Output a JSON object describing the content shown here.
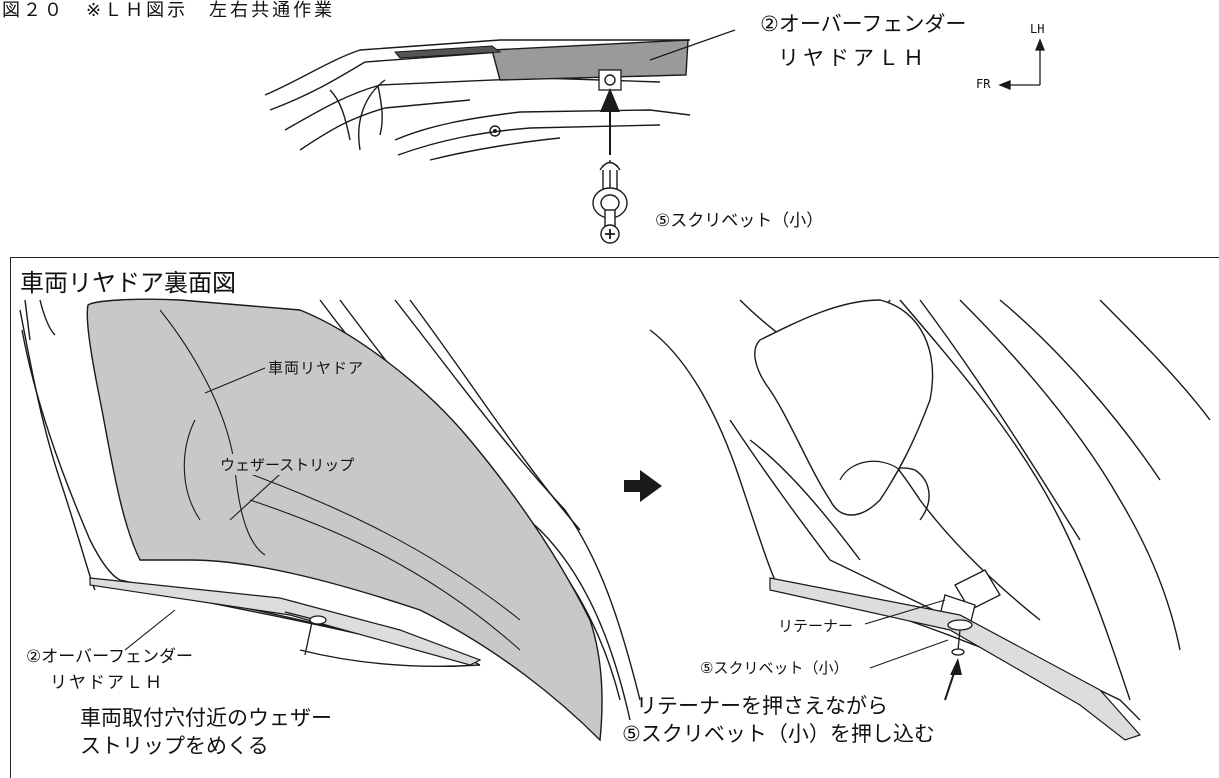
{
  "figure": {
    "title": "図２０　※ＬＨ図示　左右共通作業",
    "direction": {
      "up_label": "LH",
      "left_label": "FR"
    }
  },
  "top_view": {
    "callout_fender": {
      "line1": "②オーバーフェンダー",
      "line2": "リヤドアＬＨ"
    },
    "callout_rivet": "⑤スクリベット（小）"
  },
  "panel": {
    "title": "車両リヤドア裏面図",
    "left": {
      "door_label": "車両リヤドア",
      "strip_label": "ウェザーストリップ",
      "fender_line1": "②オーバーフェンダー",
      "fender_line2": "リヤドアＬＨ",
      "instruction_line1": "車両取付穴付近のウェザー",
      "instruction_line2": "ストリップをめくる"
    },
    "right": {
      "retainer_label": "リテーナー",
      "rivet_label": "⑤スクリベット（小）",
      "instruction_line1": "リテーナーを押さえながら",
      "instruction_line2": "⑤スクリベット（小）を押し込む"
    }
  },
  "colors": {
    "line": "#1a1a1a",
    "strip_fill": "#c8c8c8",
    "fender_fill": "#9a9a9a"
  },
  "icons": [
    "arrow-right-icon",
    "arrow-up-icon",
    "rivet-icon"
  ]
}
